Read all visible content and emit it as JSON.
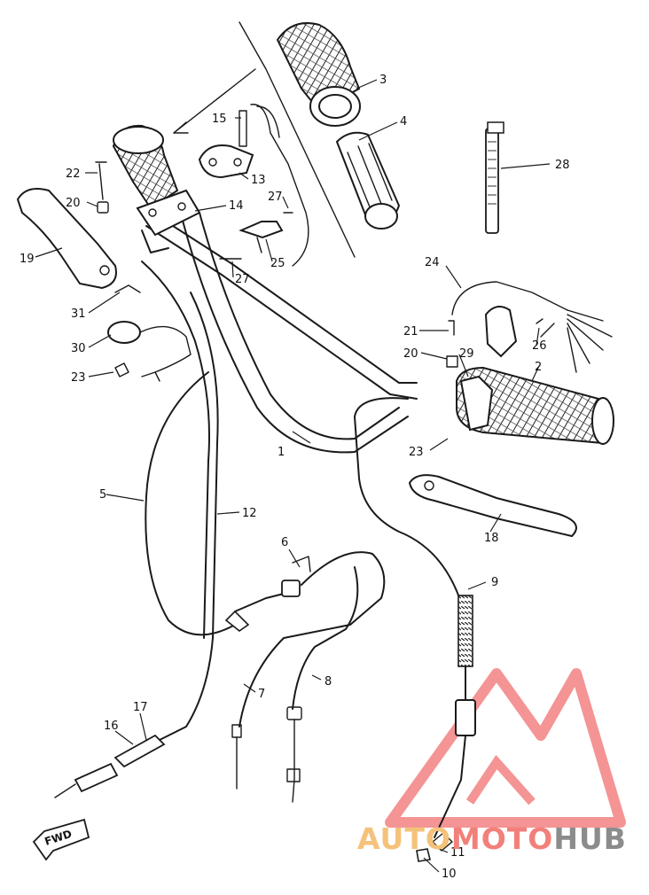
{
  "labels": [
    {
      "id": "1",
      "text": "1"
    },
    {
      "id": "2",
      "text": "2"
    },
    {
      "id": "3",
      "text": "3"
    },
    {
      "id": "4",
      "text": "4"
    },
    {
      "id": "5",
      "text": "5"
    },
    {
      "id": "6",
      "text": "6"
    },
    {
      "id": "7",
      "text": "7"
    },
    {
      "id": "8",
      "text": "8"
    },
    {
      "id": "9",
      "text": "9"
    },
    {
      "id": "10",
      "text": "10"
    },
    {
      "id": "11",
      "text": "11"
    },
    {
      "id": "12",
      "text": "12"
    },
    {
      "id": "13",
      "text": "13"
    },
    {
      "id": "14",
      "text": "14"
    },
    {
      "id": "15",
      "text": "15"
    },
    {
      "id": "16",
      "text": "16"
    },
    {
      "id": "17",
      "text": "17"
    },
    {
      "id": "18",
      "text": "18"
    },
    {
      "id": "19",
      "text": "19"
    },
    {
      "id": "20a",
      "text": "20"
    },
    {
      "id": "20b",
      "text": "20"
    },
    {
      "id": "21",
      "text": "21"
    },
    {
      "id": "22",
      "text": "22"
    },
    {
      "id": "23a",
      "text": "23"
    },
    {
      "id": "23b",
      "text": "23"
    },
    {
      "id": "24",
      "text": "24"
    },
    {
      "id": "25",
      "text": "25"
    },
    {
      "id": "26",
      "text": "26"
    },
    {
      "id": "27a",
      "text": "27"
    },
    {
      "id": "27b",
      "text": "27"
    },
    {
      "id": "28",
      "text": "28"
    },
    {
      "id": "29",
      "text": "29"
    },
    {
      "id": "30",
      "text": "30"
    },
    {
      "id": "31",
      "text": "31"
    }
  ],
  "fwd_badge": "FWD",
  "watermark": {
    "part1": "AUTO",
    "part2": "MOTO",
    "part3": "HUB",
    "color_part1": "#f5c27a",
    "color_part2": "#f2807a",
    "color_part3": "#8c8c8c",
    "logo_color": "#f07070"
  }
}
